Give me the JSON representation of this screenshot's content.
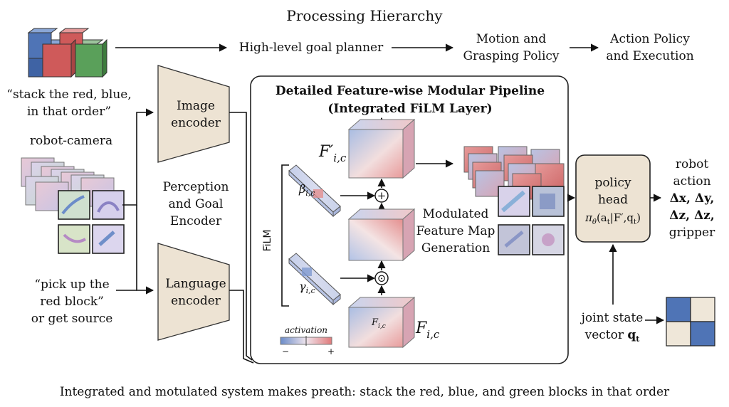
{
  "title": "Processing Hierarchy",
  "hierarchy": {
    "planner": "High-level goal planner",
    "motion_line1": "Motion and",
    "motion_line2": "Grasping Policy",
    "action_line1": "Action Policy",
    "action_line2": "and Execution"
  },
  "left": {
    "quote1_line1": "“stack the red, blue,",
    "quote1_line2": "in that order”",
    "robot_camera": "robot-camera",
    "quote2_line1": "“pick up the",
    "quote2_line2": "red block”",
    "quote2_line3": "or get source"
  },
  "encoders": {
    "image_line1": "Image",
    "image_line2": "encoder",
    "perception_line1": "Perception",
    "perception_line2": "and Goal",
    "perception_line3": "Encoder",
    "language_line1": "Language",
    "language_line2": "encoder"
  },
  "pipeline": {
    "title_line1": "Detailed Feature-wise Modular Pipeline",
    "title_line2": "(Integrated FiLM Layer)",
    "film_label": "FiLM",
    "beta_label": "β",
    "beta_sub": "i,c",
    "gamma_label": "γ",
    "gamma_sub": "i,c",
    "plus_symbol": "+",
    "dot_symbol": "⊙",
    "f_prime_main": "F′",
    "f_prime_sub": "i,c",
    "f_main": "F",
    "f_sub": "i,c",
    "f_inner": "F",
    "f_inner_sub": "i,c",
    "activation_label": "activation",
    "activation_min": "−",
    "activation_max": "+",
    "modulated_line1": "Modulated",
    "modulated_line2": "Feature Map",
    "modulated_line3": "Generation"
  },
  "policy": {
    "line1": "policy",
    "line2": "head",
    "formula_pi": "π",
    "formula_theta": "θ",
    "formula_rest": "(a",
    "formula_t": "t",
    "formula_mid": "|F′,q",
    "formula_t2": "t",
    "formula_end": ")"
  },
  "action": {
    "line1": "robot",
    "line2": "action",
    "line3": "Δx, Δy,",
    "line4": "Δz, Δz,",
    "line5": "gripper"
  },
  "joint": {
    "line1": "joint state",
    "line2_prefix": "vector",
    "line2_var": "q",
    "line2_sub": "t"
  },
  "caption": "Integrated and motulated system makes preath: stack the red, blue, and green blocks in that order",
  "colors": {
    "encoder_fill": "#ede3d3",
    "policy_fill": "#ede3d3",
    "cube_red": "#cf5a5a",
    "cube_blue": "#4f74b6",
    "cube_green": "#5aa05a",
    "activation_low": "#6b8cc9",
    "activation_high": "#e07a7a"
  }
}
